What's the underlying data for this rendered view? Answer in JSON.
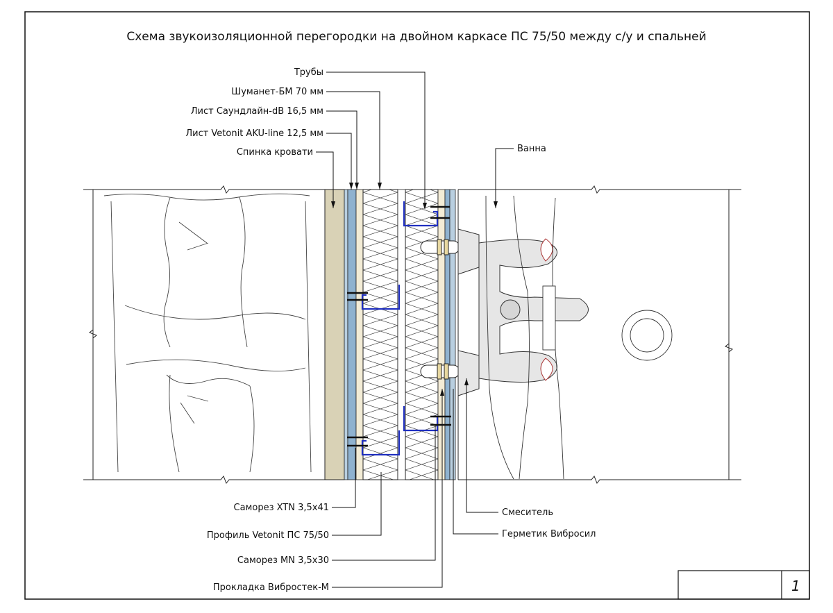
{
  "drawing": {
    "title": "Схема звукоизоляционной перегородки на двойном каркасе ПС 75/50 между с/у и спальней",
    "sheet_number": "1",
    "labels_left_top": [
      "Трубы",
      "Шуманет-БМ 70 мм",
      "Лист Саундлайн-dB 16,5 мм",
      "Лист Vetonit AKU-line 12,5 мм",
      "Спинка кровати"
    ],
    "labels_bottom_left": [
      "Саморез XTN 3,5x41",
      "Профиль Vetonit ПС 75/50",
      "Саморез MN 3,5x30",
      "Прокладка Вибростек-М"
    ],
    "labels_right": [
      "Ванна",
      "Смеситель",
      "Герметик Вибросил"
    ]
  }
}
